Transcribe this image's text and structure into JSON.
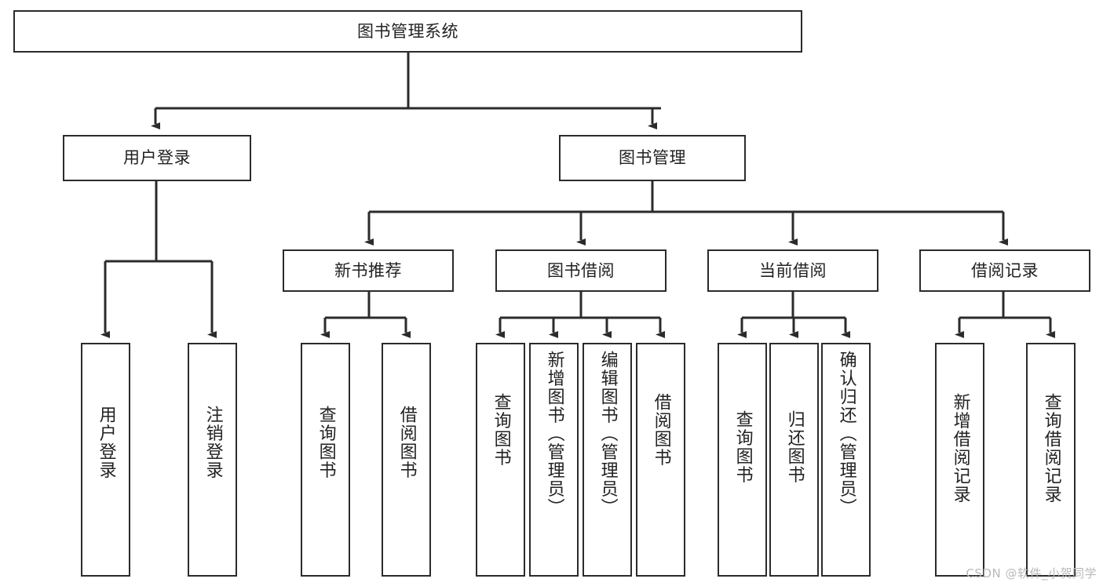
{
  "diagram": {
    "title": "图书管理系统",
    "watermark": "CSDN @软件_小贺同学",
    "colors": {
      "box_border": "#2b2b2b",
      "box_fill": "#ffffff",
      "connector": "#2b2b2b",
      "text": "#222222",
      "watermark": "#b9b9b9"
    },
    "root": {
      "label": "图书管理系统"
    },
    "level2": [
      {
        "label": "用户登录"
      },
      {
        "label": "图书管理"
      }
    ],
    "level3": [
      {
        "label": "新书推荐"
      },
      {
        "label": "图书借阅"
      },
      {
        "label": "当前借阅"
      },
      {
        "label": "借阅记录"
      }
    ],
    "leaves": {
      "user_login": [
        {
          "label": "用户登录"
        },
        {
          "label": "注销登录"
        }
      ],
      "new_book": [
        {
          "label": "查询图书"
        },
        {
          "label": "借阅图书"
        }
      ],
      "book_borrow": [
        {
          "label": "查询图书"
        },
        {
          "label": "新增图书（管理员）"
        },
        {
          "label": "编辑图书（管理员）"
        },
        {
          "label": "借阅图书"
        }
      ],
      "current_borrow": [
        {
          "label": "查询图书"
        },
        {
          "label": "归还图书"
        },
        {
          "label": "确认归还（管理员）"
        }
      ],
      "borrow_record": [
        {
          "label": "新增借阅记录"
        },
        {
          "label": "查询借阅记录"
        }
      ]
    }
  }
}
